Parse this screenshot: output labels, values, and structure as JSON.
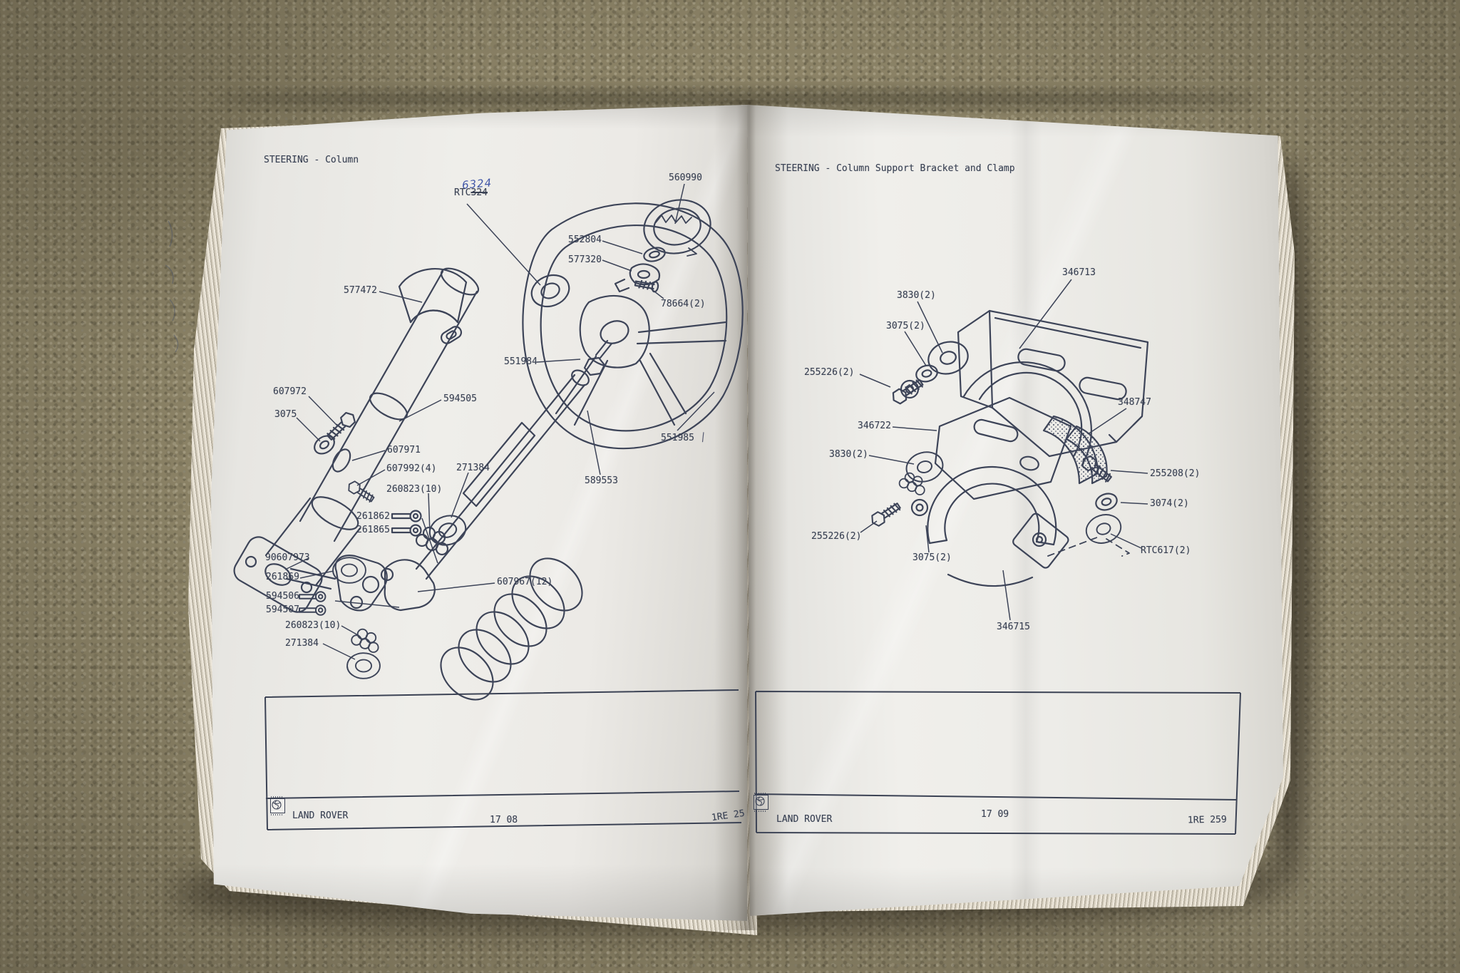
{
  "book": {
    "left_page": {
      "header": "STEERING - Column",
      "annotation": {
        "printed_prefix": "RTC",
        "printed_struck": "324",
        "handwritten": "6324"
      },
      "pen_mark": "|",
      "labels": [
        {
          "text": "560990"
        },
        {
          "text": "552804"
        },
        {
          "text": "577320"
        },
        {
          "text": "78664(2)"
        },
        {
          "text": "577472"
        },
        {
          "text": "551984"
        },
        {
          "text": "607972"
        },
        {
          "text": "3075"
        },
        {
          "text": "594505"
        },
        {
          "text": "607971"
        },
        {
          "text": "607992(4)"
        },
        {
          "text": "271384"
        },
        {
          "text": "260823(10)"
        },
        {
          "text": "261862"
        },
        {
          "text": "261865"
        },
        {
          "text": "589553"
        },
        {
          "text": "551985"
        },
        {
          "text": "90607973"
        },
        {
          "text": "261869"
        },
        {
          "text": "594506"
        },
        {
          "text": "594507"
        },
        {
          "text": "260823(10)"
        },
        {
          "text": "271384"
        },
        {
          "text": "607967(12)"
        }
      ],
      "footer": {
        "logo": "british-leyland-roundel",
        "brand": "LAND ROVER",
        "page_code": "17 08",
        "ref_code": "1RE 25"
      }
    },
    "right_page": {
      "header": "STEERING - Column Support Bracket and Clamp",
      "labels": [
        {
          "text": "346713"
        },
        {
          "text": "3830(2)"
        },
        {
          "text": "3075(2)"
        },
        {
          "text": "255226(2)"
        },
        {
          "text": "348747"
        },
        {
          "text": "346722"
        },
        {
          "text": "3830(2)"
        },
        {
          "text": "255208(2)"
        },
        {
          "text": "3074(2)"
        },
        {
          "text": "255226(2)"
        },
        {
          "text": "3075(2)"
        },
        {
          "text": "RTC617(2)"
        },
        {
          "text": "346715"
        }
      ],
      "footer": {
        "logo": "british-leyland-roundel",
        "brand": "LAND ROVER",
        "page_code": "17 09",
        "ref_code": "1RE 259"
      }
    },
    "colors": {
      "paper": "#ecebe6",
      "ink": "#3b4254",
      "carpet": "#8e8668",
      "handwriting_ink": "#4056a8"
    }
  }
}
